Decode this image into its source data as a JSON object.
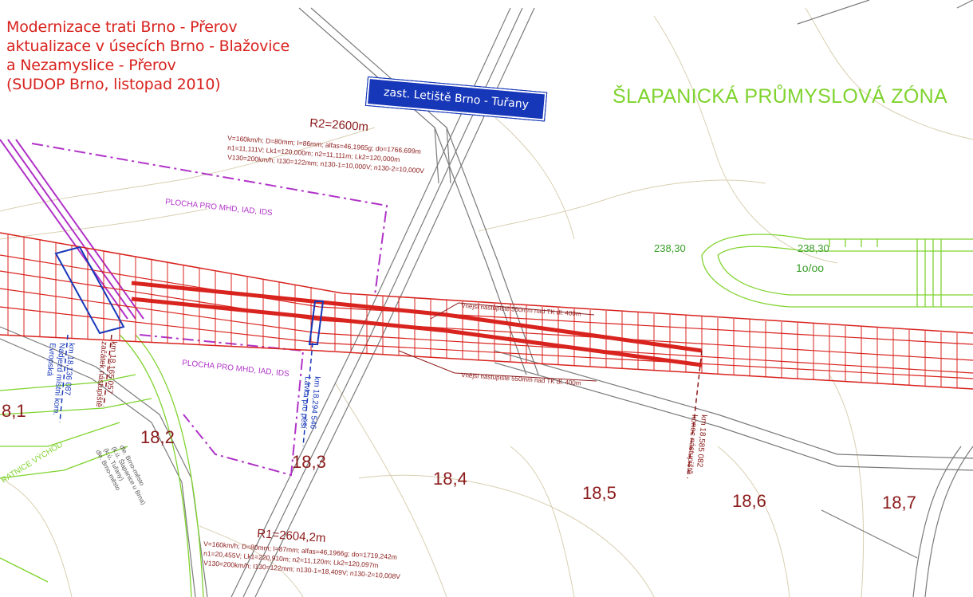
{
  "title": {
    "lines": [
      "Modernizace trati Brno - Přerov",
      "aktualizace v úsecích Brno - Blažovice",
      "a Nezamyslice - Přerov",
      "(SUDOP Brno, listopad 2010)"
    ]
  },
  "stop_sign": {
    "label": "zast. Letiště Brno - Tuřany"
  },
  "zone_label": "ŠLAPANICKÁ PRŮMYSLOVÁ ZÓNA",
  "curves": {
    "r2": {
      "label": "R2=2600m",
      "param1": "V=160km/h; D=80mm; I=86mm; alfas=46,1965g; do=1766,699m",
      "param2": "n1=11,111V; Lk1=120,000m; n2=11,111m; Lk2=120,000m",
      "param3": "V130=200km/h; I130=122mm; n130-1=10,000V; n130-2=10,000V"
    },
    "r1": {
      "label": "R1=2604,2m",
      "param1": "V=160km/h; D=80mm; I=87mm; alfas=46,1966g; do=1719,242m",
      "param2": "n1=20,455V; Lk1=220,910m; n2=11,120m; Lk2=120,097m",
      "param3": "V130=200km/h; I130=122mm; n130-1=18,409V; n130-2=10,008V"
    }
  },
  "areas": {
    "upper": "PLOCHA PRO MHD, IAD, IDS",
    "lower": "PLOCHA PRO MHD, IAD, IDS"
  },
  "platform_notes": {
    "upper": "Vnější nástupiště 550mm nad TK dl. 400m",
    "lower": "Vnější nástupiště 550mm nad TK dl. 400m"
  },
  "km_labels": {
    "k18136": {
      "km": "km 18,136 087",
      "desc1": "Nadjezd místní kom.",
      "desc2": "Evropská"
    },
    "k18165": {
      "km": "km 18,165 057",
      "desc1": "začátek nástupiště"
    },
    "k18294": {
      "km": "km 18,294 546",
      "desc1": "Lávka pro pěší"
    },
    "k18585": {
      "km": "km 18,585 082",
      "desc1": "konec nástupiště"
    }
  },
  "chainage": {
    "c181": "8,1",
    "c182": "18,2",
    "c183": "18,3",
    "c184": "18,4",
    "c185": "18,5",
    "c186": "18,6",
    "c187": "18,7"
  },
  "elevations": {
    "e1": "238,30",
    "e2": "238,30",
    "grade": "1o/oo"
  },
  "left_road_labels": {
    "name": "RATNICE VÝCHOD",
    "l1": "dle. Brno-město",
    "l2": "(k.ú. Šlapanice u Brna)",
    "l3": "(k.ú. Tuřany)",
    "l4": "dle. Brno-město"
  },
  "colors": {
    "track": "#d8231e",
    "accent_blue": "#1737b9",
    "green": "#7fd32e",
    "purple": "#b033c7",
    "dark_red": "#8b1a1a"
  }
}
